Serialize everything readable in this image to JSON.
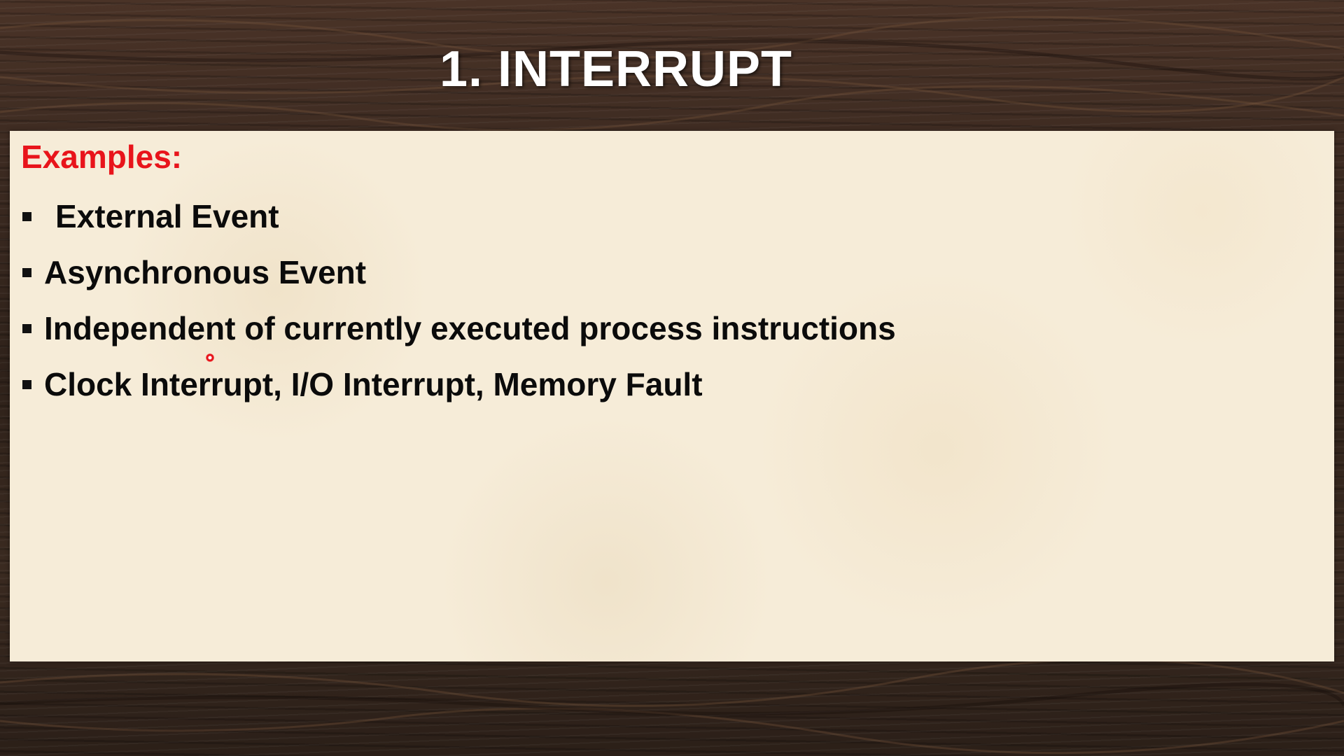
{
  "slide": {
    "title": "1. INTERRUPT",
    "examples_heading": "Examples:",
    "bullets": [
      "External Event",
      "Asynchronous Event",
      "Independent of currently executed process instructions",
      "Clock Interrupt, I/O Interrupt, Memory Fault"
    ]
  },
  "colors": {
    "title": "#ffffff",
    "heading": "#e8141b",
    "body_text": "#0b0b0b",
    "panel": "#f6ecd8",
    "background": "#3b2a20"
  }
}
